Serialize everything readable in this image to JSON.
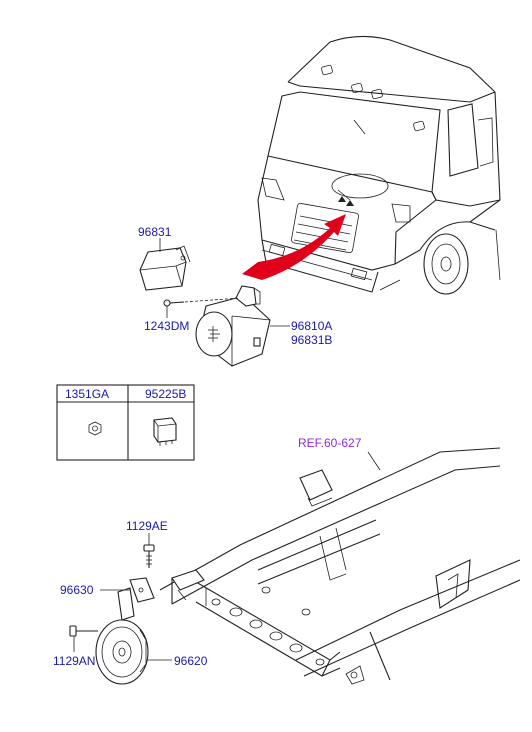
{
  "parts": {
    "relay_cover": "96831",
    "screw_relay": "1243DM",
    "horn_relay_a": "96810A",
    "horn_relay_b": "96831B",
    "bolt_top": "1129AE",
    "bracket": "96630",
    "bolt_bottom": "1129AN",
    "horn": "96620"
  },
  "legend_table": {
    "headers": [
      "1351GA",
      "95225B"
    ]
  },
  "reference": {
    "label": "REF.60-627"
  },
  "colors": {
    "part_label": "#1a1aa8",
    "reference_label": "#8a2be2",
    "pointer_arrow": "#e0001a",
    "line": "#222222"
  }
}
